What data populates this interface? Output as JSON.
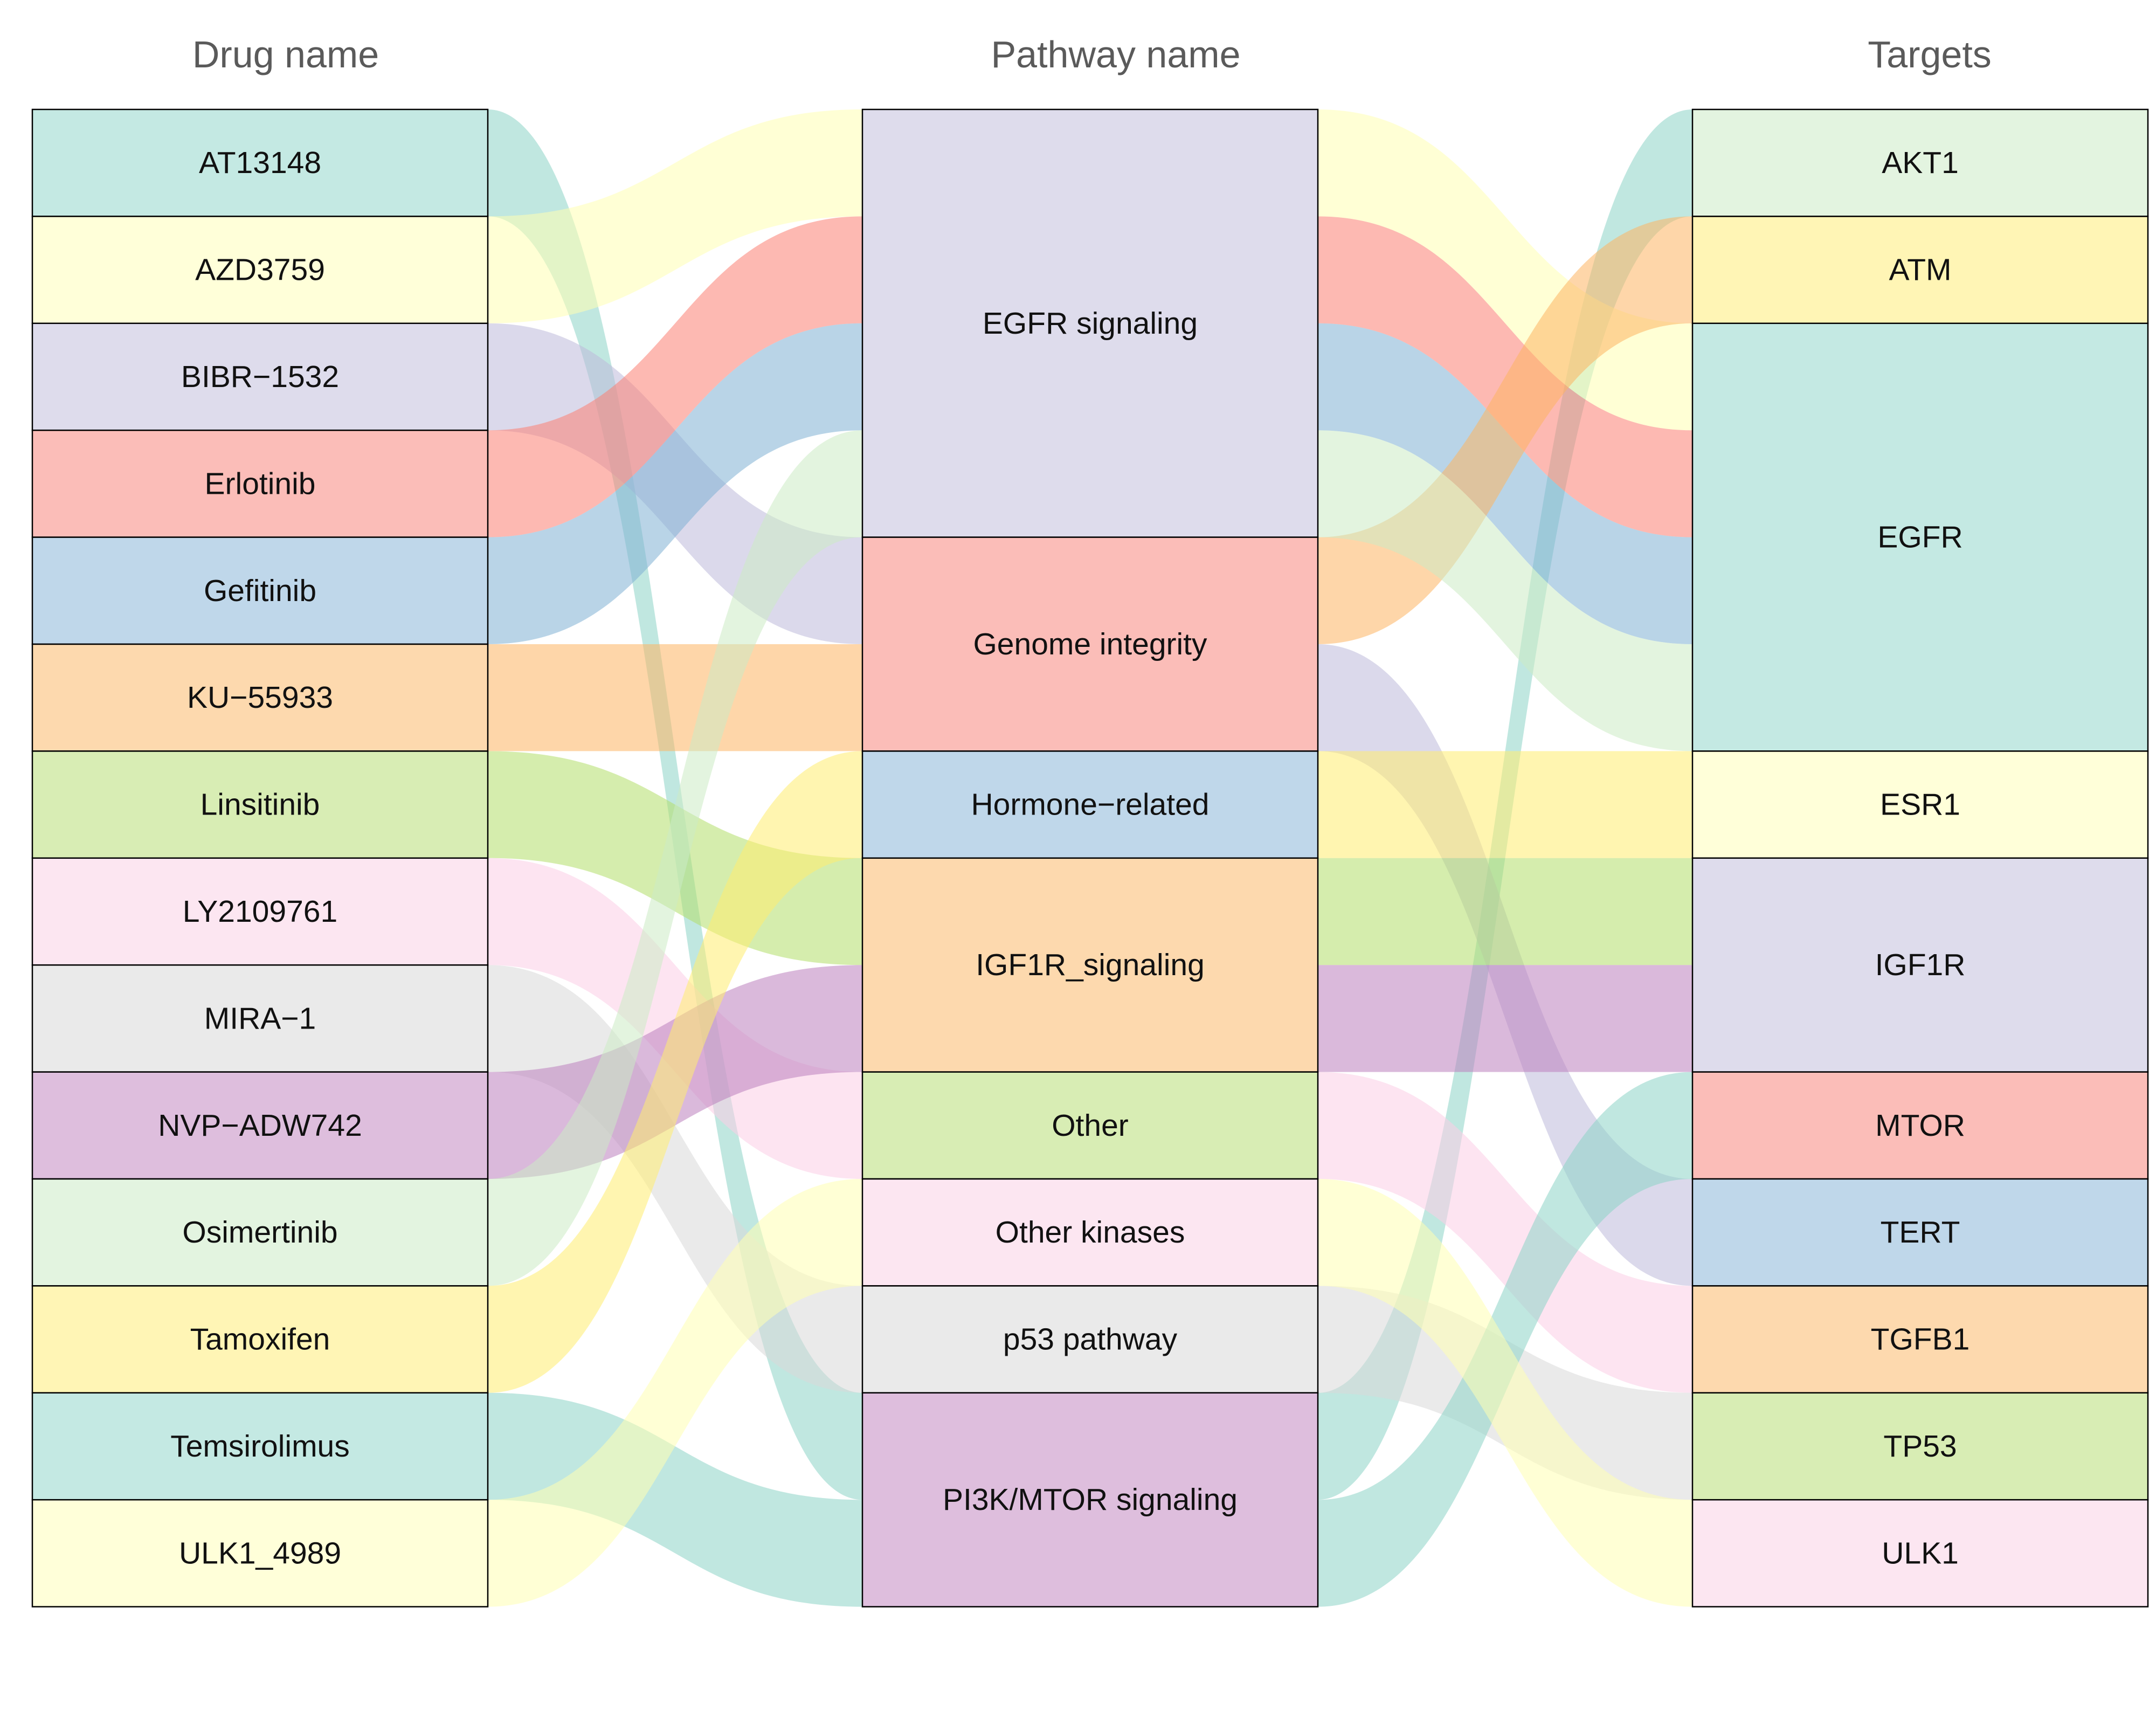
{
  "chart_data": {
    "type": "alluvial",
    "axes": [
      "Drug name",
      "Pathway name",
      "Targets"
    ],
    "nodes": {
      "drugs": [
        "AT13148",
        "AZD3759",
        "BIBR−1532",
        "Erlotinib",
        "Gefitinib",
        "KU−55933",
        "Linsitinib",
        "LY2109761",
        "MIRA−1",
        "NVP−ADW742",
        "Osimertinib",
        "Tamoxifen",
        "Temsirolimus",
        "ULK1_4989"
      ],
      "pathways": [
        {
          "name": "EGFR signaling",
          "count": 4
        },
        {
          "name": "Genome integrity",
          "count": 2
        },
        {
          "name": "Hormone−related",
          "count": 1
        },
        {
          "name": "IGF1R_signaling",
          "count": 2
        },
        {
          "name": "Other",
          "count": 1
        },
        {
          "name": "Other kinases",
          "count": 1
        },
        {
          "name": "p53 pathway",
          "count": 1
        },
        {
          "name": "PI3K/MTOR signaling",
          "count": 2
        }
      ],
      "targets": [
        {
          "name": "AKT1",
          "count": 1
        },
        {
          "name": "ATM",
          "count": 1
        },
        {
          "name": "EGFR",
          "count": 4
        },
        {
          "name": "ESR1",
          "count": 1
        },
        {
          "name": "IGF1R",
          "count": 2
        },
        {
          "name": "MTOR",
          "count": 1
        },
        {
          "name": "TERT",
          "count": 1
        },
        {
          "name": "TGFB1",
          "count": 1
        },
        {
          "name": "TP53",
          "count": 1
        },
        {
          "name": "ULK1",
          "count": 1
        }
      ]
    },
    "records": [
      {
        "drug": "AT13148",
        "pathway": "PI3K/MTOR signaling",
        "target": "AKT1"
      },
      {
        "drug": "AZD3759",
        "pathway": "EGFR signaling",
        "target": "EGFR"
      },
      {
        "drug": "BIBR−1532",
        "pathway": "Genome integrity",
        "target": "TERT"
      },
      {
        "drug": "Erlotinib",
        "pathway": "EGFR signaling",
        "target": "EGFR"
      },
      {
        "drug": "Gefitinib",
        "pathway": "EGFR signaling",
        "target": "EGFR"
      },
      {
        "drug": "KU−55933",
        "pathway": "Genome integrity",
        "target": "ATM"
      },
      {
        "drug": "Linsitinib",
        "pathway": "IGF1R_signaling",
        "target": "IGF1R"
      },
      {
        "drug": "LY2109761",
        "pathway": "Other",
        "target": "TGFB1"
      },
      {
        "drug": "MIRA−1",
        "pathway": "p53 pathway",
        "target": "TP53"
      },
      {
        "drug": "NVP−ADW742",
        "pathway": "IGF1R_signaling",
        "target": "IGF1R"
      },
      {
        "drug": "Osimertinib",
        "pathway": "EGFR signaling",
        "target": "EGFR"
      },
      {
        "drug": "Tamoxifen",
        "pathway": "Hormone−related",
        "target": "ESR1"
      },
      {
        "drug": "Temsirolimus",
        "pathway": "PI3K/MTOR signaling",
        "target": "MTOR"
      },
      {
        "drug": "ULK1_4989",
        "pathway": "Other kinases",
        "target": "ULK1"
      }
    ],
    "palette": [
      "#8DD3C7",
      "#FFFFB3",
      "#BEBADA",
      "#FB8072",
      "#80B1D3",
      "#FDB462",
      "#B3DE69",
      "#FCCDE5",
      "#D9D9D9",
      "#BC80BD",
      "#CCEBC5",
      "#FFED6F"
    ],
    "drug_colors": [
      "#C4E9E3",
      "#FFFFD9",
      "#DEDCEC",
      "#FBBDB8",
      "#BFD7EA",
      "#FDD9AE",
      "#D8EDB4",
      "#FCE6F1",
      "#EAEAEA",
      "#DEBEDD",
      "#E3F4E0",
      "#FFF5B5",
      "#C4E9E3",
      "#FFFFD9"
    ],
    "pathway_colors": [
      "#DEDCEC",
      "#FBBDB8",
      "#BFD7EA",
      "#FDD9AE",
      "#D8EDB4",
      "#FCE6F1",
      "#EAEAEA",
      "#DEBEDD"
    ],
    "target_colors": [
      "#E3F4E0",
      "#FFF5B5",
      "#C4E9E3",
      "#FFFFD9",
      "#DEDCEC",
      "#FBBDB8",
      "#BFD7EA",
      "#FDD9AE",
      "#D8EDB4",
      "#FCE6F1"
    ]
  }
}
